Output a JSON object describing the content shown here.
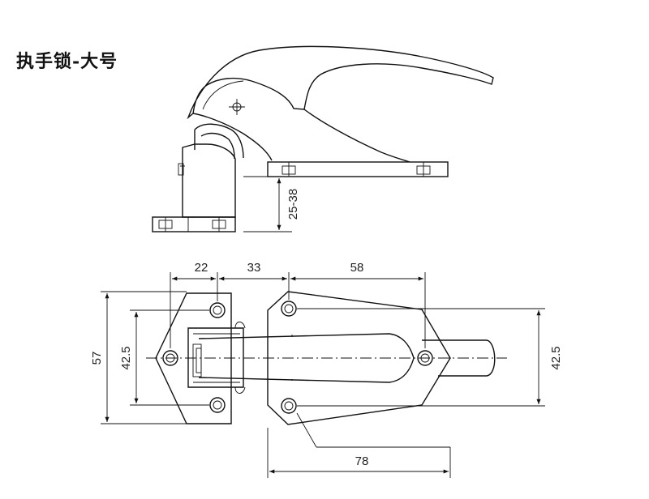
{
  "title": "执手锁-大号",
  "dimensions": {
    "height_range": "25-38",
    "d22": "22",
    "d33": "33",
    "d58": "58",
    "d78": "78",
    "d57": "57",
    "d42_5_left": "42.5",
    "d42_5_right": "42.5"
  },
  "colors": {
    "line": "#111111",
    "background": "#ffffff"
  }
}
